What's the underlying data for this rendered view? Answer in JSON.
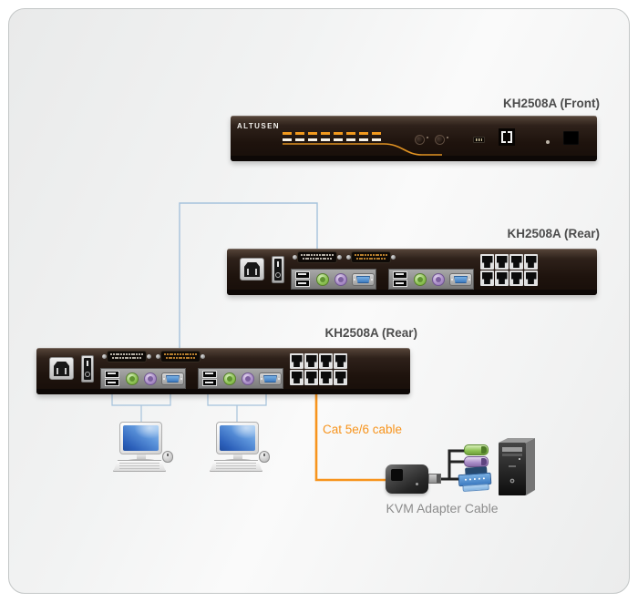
{
  "brand": {
    "logo": "ALTUSEN"
  },
  "units": {
    "front": {
      "label": "KH2508A (Front)"
    },
    "rear_mid": {
      "label": "KH2508A (Rear)"
    },
    "rear_bottom": {
      "label": "KH2508A (Rear)"
    }
  },
  "annotations": {
    "cat_cable": "Cat 5e/6 cable",
    "kvm_adapter": "KVM Adapter Cable"
  },
  "front_panel": {
    "led_count": 8,
    "button_count": 2
  },
  "rear_panel": {
    "daisy_chain_ports": 2,
    "console_sections": 2,
    "cpu_ports": 8
  },
  "colors": {
    "cable_orange": "#F7941D",
    "daisy_chain_blue": "#A5C2DC",
    "adapter_cable_black": "#222222",
    "label_gray": "#4C4C4C",
    "caption_gray": "#8C8C8C",
    "led_orange": "#F29A1E",
    "ps2_green": "#8CC152",
    "ps2_purple": "#A98CC7",
    "vga_blue": "#4E8FD0",
    "panel_black": "#1E130D"
  }
}
